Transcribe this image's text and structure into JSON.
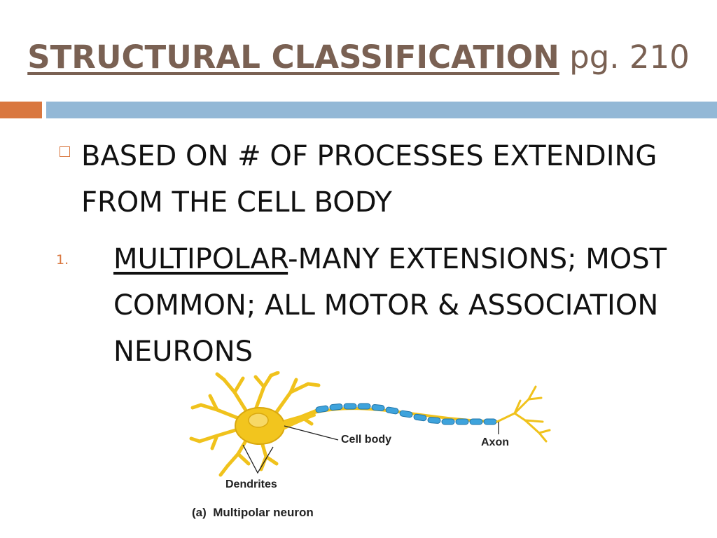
{
  "title": {
    "main": "STRUCTURAL CLASSIFICATION",
    "page_ref": "pg. 210"
  },
  "bullet": {
    "text": "BASED ON # OF PROCESSES EXTENDING FROM THE CELL BODY"
  },
  "list_item": {
    "number": "1.",
    "term": "MULTIPOLAR",
    "description": "-MANY EXTENSIONS; MOST COMMON; ALL MOTOR & ASSOCIATION NEURONS"
  },
  "figure": {
    "labels": {
      "cell_body": "Cell body",
      "axon": "Axon",
      "dendrites": "Dendrites"
    },
    "caption": "(a)  Multipolar neuron"
  },
  "colors": {
    "title": "#7a6153",
    "accent_orange": "#d9773f",
    "accent_blue": "#93b8d6",
    "neuron_yellow": "#f2c51e",
    "myelin_blue": "#3ea3dc"
  }
}
